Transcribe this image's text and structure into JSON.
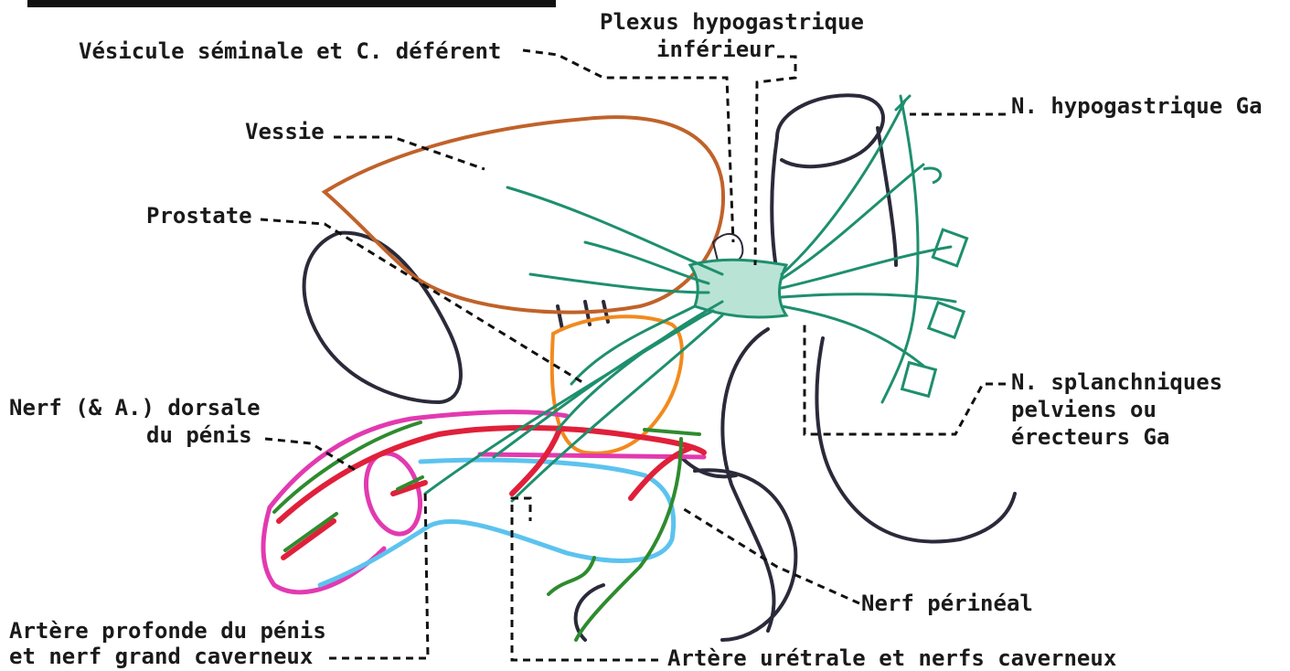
{
  "labels": {
    "vesicule": "Vésicule séminale et C. déférent",
    "plexus_line1": "Plexus hypogastrique",
    "plexus_line2": "inférieur",
    "vessie": "Vessie",
    "prostate": "Prostate",
    "n_hypogastrique": "N. hypogastrique Ga",
    "splanchniques_line1": "N. splanchniques",
    "splanchniques_line2": "pelviens  ou",
    "splanchniques_line3": "érecteurs  Ga",
    "dorsale_line1": "Nerf (& A.) dorsale",
    "dorsale_line2": "du pénis",
    "perineal": "Nerf périnéal",
    "profonde_line1": "Artère profonde du pénis",
    "profonde_line2": "et nerf grand caverneux",
    "uretrale": "Artère urétrale et nerfs caverneux"
  },
  "colors": {
    "bladder": "#c0622a",
    "prostate": "#f28a1e",
    "nerve": "#1e8f6e",
    "plexus_fill": "#b9e3d5",
    "penis_outline": "#e23ab0",
    "urethra": "#5cc3ee",
    "artery": "#e0203a",
    "dorsal_nerve": "#2e8b2e",
    "bone": "#2a2a3a",
    "leader": "#111111"
  }
}
